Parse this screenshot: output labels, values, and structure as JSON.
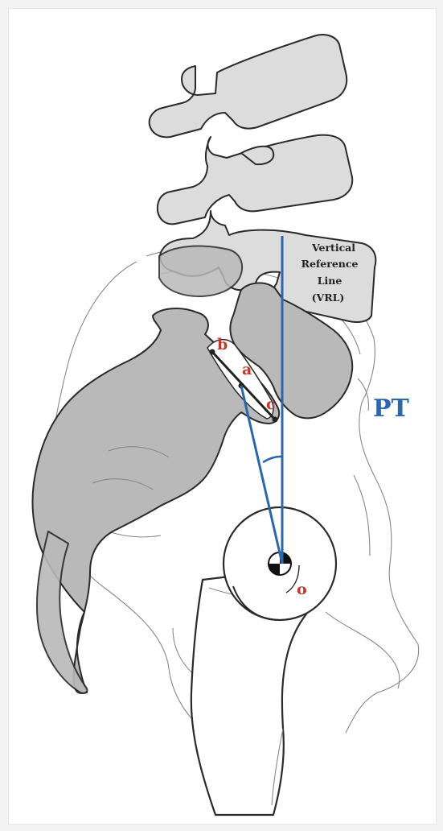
{
  "labels": {
    "point_a": "a",
    "point_b": "b",
    "point_c": "c",
    "point_o": "o",
    "vrl_line1": "Vertical",
    "vrl_line2": "Reference",
    "vrl_line3": "Line",
    "vrl_line4": "(VRL)",
    "pt": "PT"
  },
  "colors": {
    "reference_line": "#2a67b1",
    "point_label": "#c0392b",
    "pt_label": "#2a67b1",
    "vertebra_fill": "#dcdcdc",
    "sacrum_fill": "#b9b9b9",
    "outline": "#2a2a2a"
  }
}
